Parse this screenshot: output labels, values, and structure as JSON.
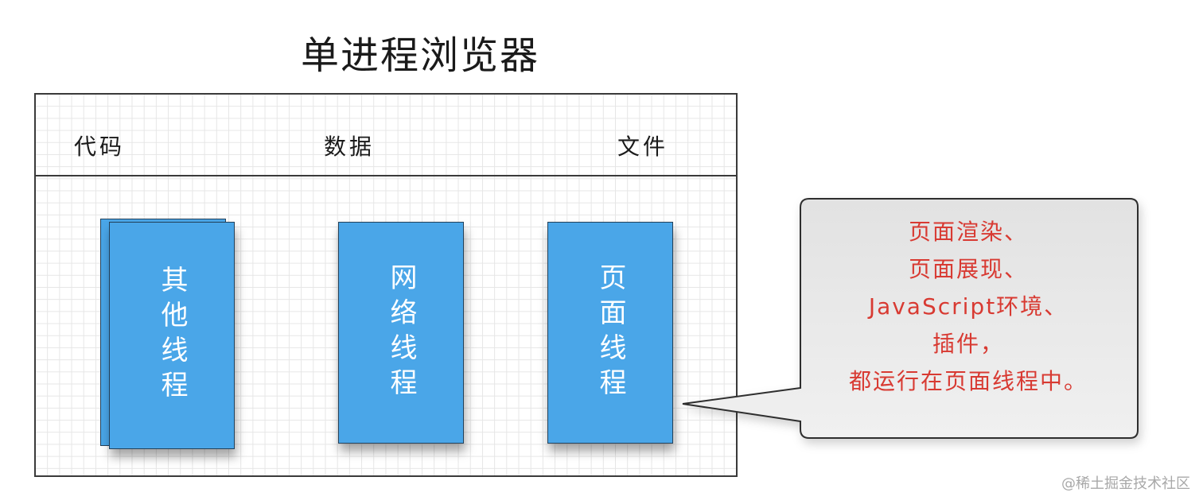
{
  "diagram": {
    "title": "单进程浏览器",
    "resources": [
      {
        "label": "代码"
      },
      {
        "label": "数据"
      },
      {
        "label": "文件"
      }
    ],
    "threads": [
      {
        "label": "其他线程",
        "stacked": true
      },
      {
        "label": "网络线程",
        "stacked": false
      },
      {
        "label": "页面线程",
        "stacked": false
      }
    ],
    "callout": {
      "lines": [
        "页面渲染、",
        "页面展现、",
        "JavaScript环境、",
        "插件，",
        "都运行在页面线程中。"
      ],
      "points_to": "页面线程"
    },
    "colors": {
      "card_fill": "#4aa6e8",
      "card_border": "#23415a",
      "callout_text": "#d83a32",
      "callout_fill": "#e8e8e8",
      "grid_line": "#e6e6e6",
      "frame_line": "#3a3a3a"
    }
  },
  "watermark": "@稀土掘金技术社区"
}
